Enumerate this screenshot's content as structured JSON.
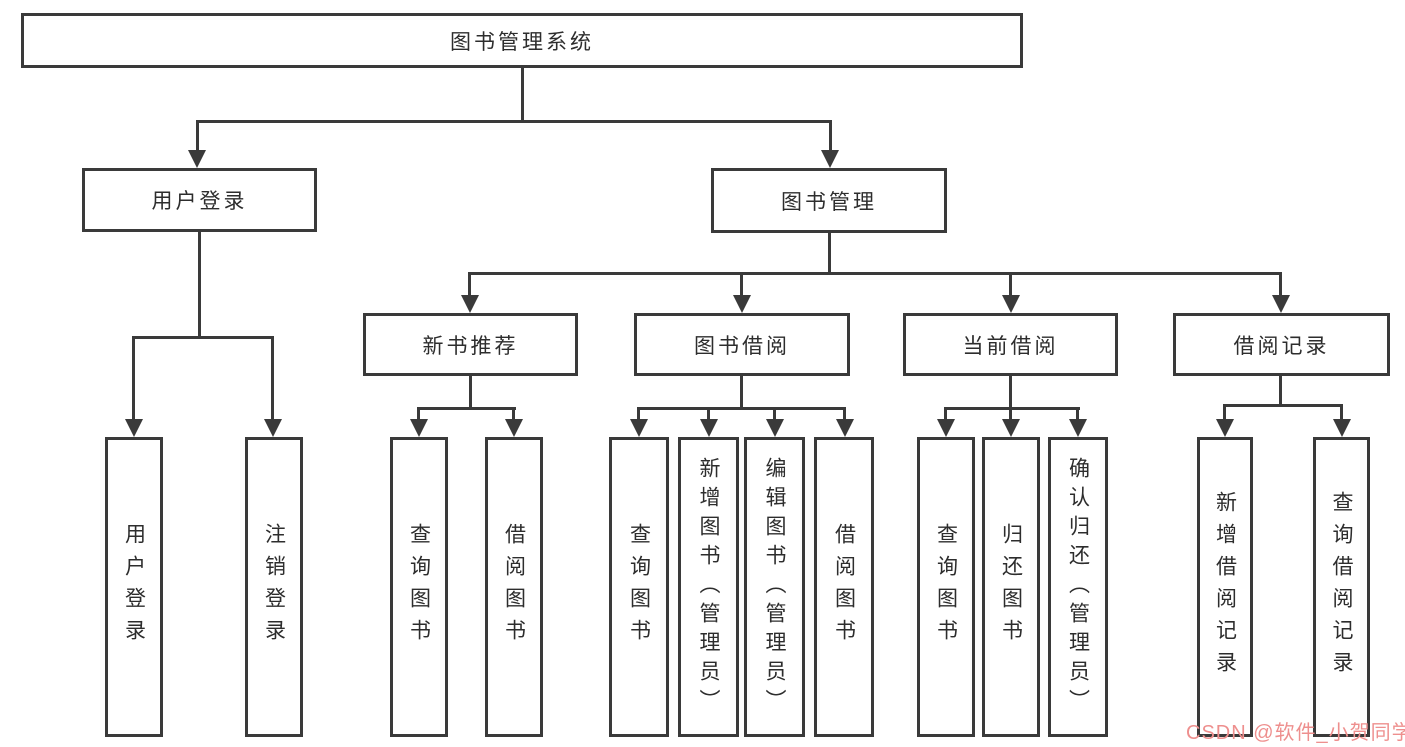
{
  "diagram_type": "hierarchy-tree",
  "title": "图书管理系统",
  "tree": {
    "root": {
      "label": "图书管理系统",
      "children": [
        {
          "label": "用户登录",
          "children": [
            {
              "label": "用户登录"
            },
            {
              "label": "注销登录"
            }
          ]
        },
        {
          "label": "图书管理",
          "children": [
            {
              "label": "新书推荐",
              "children": [
                {
                  "label": "查询图书"
                },
                {
                  "label": "借阅图书"
                }
              ]
            },
            {
              "label": "图书借阅",
              "children": [
                {
                  "label": "查询图书"
                },
                {
                  "label": "新增图书（管理员）"
                },
                {
                  "label": "编辑图书（管理员）"
                },
                {
                  "label": "借阅图书"
                }
              ]
            },
            {
              "label": "当前借阅",
              "children": [
                {
                  "label": "查询图书"
                },
                {
                  "label": "归还图书"
                },
                {
                  "label": "确认归还（管理员）"
                }
              ]
            },
            {
              "label": "借阅记录",
              "children": [
                {
                  "label": "新增借阅记录"
                },
                {
                  "label": "查询借阅记录"
                }
              ]
            }
          ]
        }
      ]
    }
  },
  "watermark": {
    "text": "CSDN @软件_小贺同学",
    "color": "#ee8f8e"
  },
  "colors": {
    "line": "#3a3a3a",
    "background": "#ffffff",
    "box_fill": "#ffffff",
    "text": "#2d2d2d"
  }
}
